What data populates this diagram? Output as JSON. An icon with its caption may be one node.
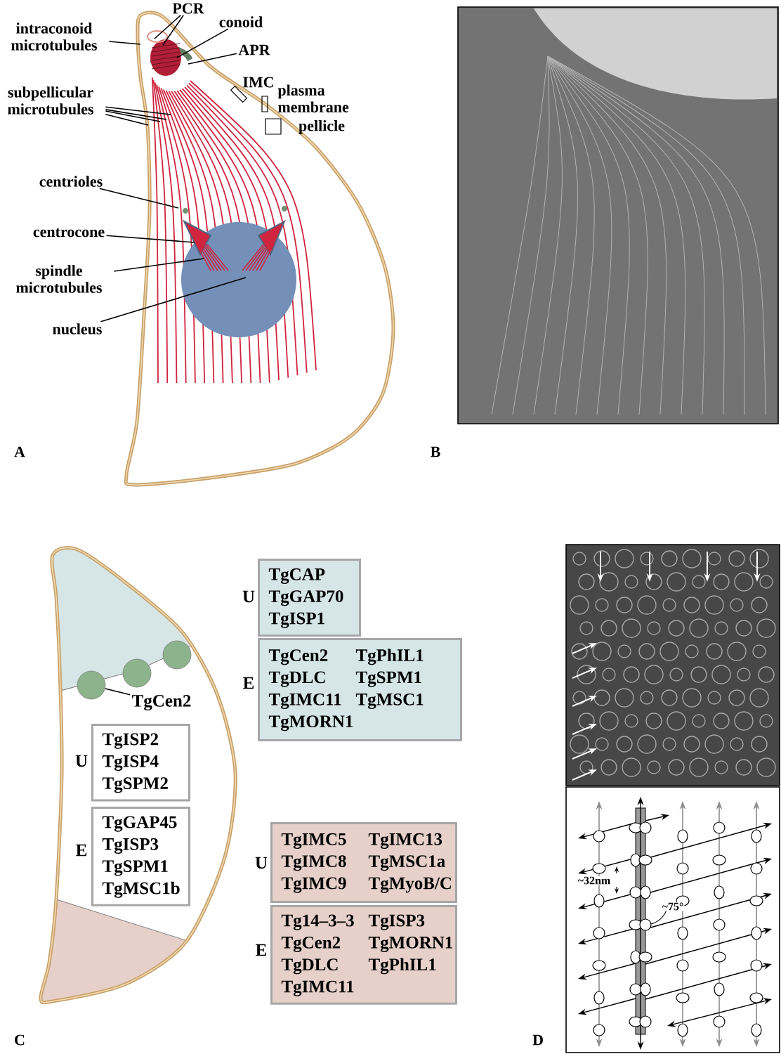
{
  "diagram": {
    "nodes": [
      {
        "text": [
          "PCR"
        ]
      },
      {
        "text": [
          "intraconoid microtubules"
        ]
      },
      {
        "text": [
          "conoid"
        ]
      },
      {
        "text": [
          "APR"
        ]
      },
      {
        "text": [
          "subpellicular microtubules"
        ]
      },
      {
        "text": [
          "centrioles"
        ]
      },
      {
        "text": [
          "centrocone"
        ]
      },
      {
        "text": [
          "spindle microtubules"
        ]
      },
      {
        "text": [
          "nucleus"
        ]
      },
      {
        "text": [
          "TgCAP",
          "TgGAP70",
          "TgISP1"
        ],
        "beside": [
          "U"
        ]
      },
      {
        "text": [
          "TgCen2",
          "TgPhIL1",
          "TgDLC",
          "TgSPM1",
          "TgIMC11",
          "TgMSC1",
          "TgMORN1"
        ],
        "beside": [
          "E"
        ]
      },
      {
        "text": [
          "TgCen2"
        ]
      },
      {
        "text": [],
        "shape": "circle"
      },
      {
        "text": [
          "TgISP2",
          "TgISP4",
          "TgSPM2"
        ],
        "beside": [
          "U"
        ]
      },
      {
        "text": [
          "TgGAP45",
          "TgISP3",
          "TgSPM1",
          "TgMSC1b"
        ],
        "beside": [
          "E"
        ]
      },
      {
        "text": [
          "TgIMC5",
          "TgIMC13",
          "TgIMC8",
          "TgMSC1a",
          "TgIMC9",
          "TgMyoB/C"
        ],
        "beside": [
          "U"
        ]
      },
      {
        "text": [
          "Tg14–3–3",
          "TgISP3",
          "TgCen2",
          "TgMORN1",
          "TgDLC",
          "TgPhIL1",
          "TgIMC11"
        ],
        "beside": [
          "E"
        ]
      }
    ],
    "edges": [
      {
        "from": 0,
        "to": null,
        "arrow": "none"
      },
      {
        "from": 0,
        "to": null,
        "arrow": "none"
      },
      {
        "from": 1,
        "to": null,
        "arrow": "none"
      },
      {
        "from": 2,
        "to": null,
        "arrow": "none"
      },
      {
        "from": 3,
        "to": null,
        "arrow": "none"
      },
      {
        "from": 4,
        "to": null,
        "arrow": "none"
      },
      {
        "from": 4,
        "to": null,
        "arrow": "none"
      },
      {
        "from": 4,
        "to": null,
        "arrow": "none"
      },
      {
        "from": 4,
        "to": null,
        "arrow": "none"
      },
      {
        "from": 5,
        "to": null,
        "arrow": "none"
      },
      {
        "from": 6,
        "to": null,
        "arrow": "none"
      },
      {
        "from": 7,
        "to": null,
        "arrow": "none"
      },
      {
        "from": 8,
        "to": null,
        "arrow": "none"
      },
      {
        "from": 11,
        "to": 12,
        "arrow": "none"
      }
    ],
    "labels": [
      "IMC",
      "plasma membrane",
      "pellicle",
      "A",
      "B",
      "C",
      "D",
      "~32nm",
      "~75°"
    ]
  }
}
